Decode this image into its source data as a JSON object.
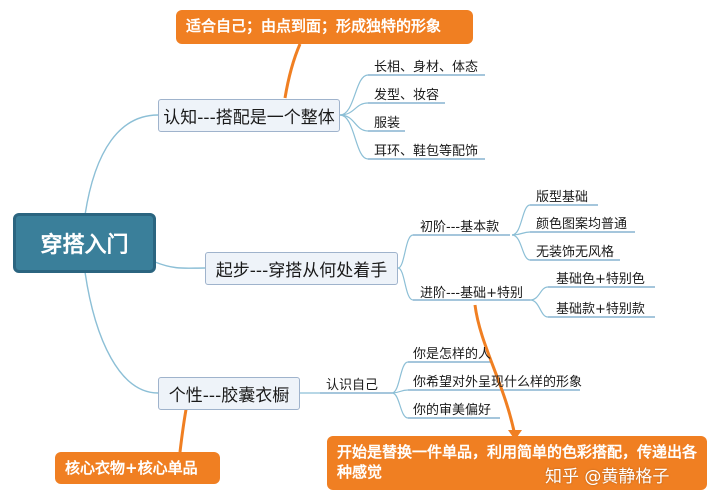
{
  "colors": {
    "root_fill": "#3a7f9a",
    "main_fill": "#eef3f9",
    "link": "#8cbfd6",
    "underline": "#6fa3c7",
    "callout": "#f07f22"
  },
  "root": {
    "label": "穿搭入门"
  },
  "branches": [
    {
      "label": "认知---搭配是一个整体",
      "leaves": [
        "长相、身材、体态",
        "发型、妆容",
        "服装",
        "耳环、鞋包等配饰"
      ]
    },
    {
      "label": "起步---穿搭从何处着手",
      "subs": [
        {
          "label": "初阶---基本款",
          "leaves": [
            "版型基础",
            "颜色图案均普通",
            "无装饰无风格"
          ]
        },
        {
          "label": "进阶---基础+特别",
          "leaves": [
            "基础色+特别色",
            "基础款+特别款"
          ]
        }
      ]
    },
    {
      "label": "个性---胶囊衣橱",
      "subs": [
        {
          "label": "认识自己",
          "leaves": [
            "你是怎样的人",
            "你希望对外呈现什么样的形象",
            "你的审美偏好"
          ]
        }
      ]
    }
  ],
  "callouts": {
    "top": "适合自己；由点到面；形成独特的形象",
    "left": "核心衣物+核心单品",
    "bottom": "开始是替换一件单品，利用简单的色彩搭配，传递出各种感觉"
  },
  "watermark": "知乎 @黄静格子"
}
